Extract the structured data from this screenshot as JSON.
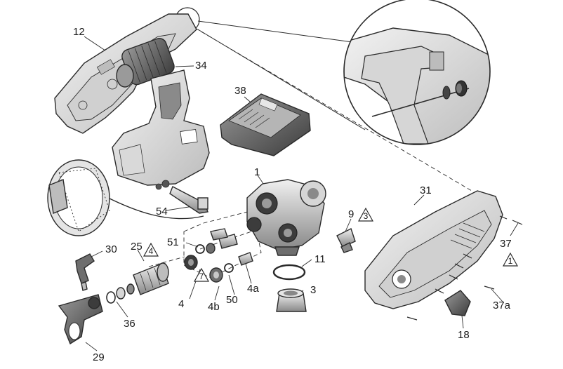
{
  "labels": {
    "p1": "1",
    "p3": "3",
    "p4": "4",
    "p4a": "4a",
    "p4b": "4b",
    "p9": "9",
    "p11": "11",
    "p12": "12",
    "p18": "18",
    "p25": "25",
    "p29": "29",
    "p30": "30",
    "p31": "31",
    "p34": "34",
    "p36": "36",
    "p37": "37",
    "p37a": "37a",
    "p38": "38",
    "p50": "50",
    "p51": "51",
    "p54": "54"
  },
  "warning_marks": {
    "w1": "1",
    "w3": "3",
    "w4": "4",
    "w7": "7"
  },
  "colors": {
    "line": "#2a2a2a",
    "body_light": "#e4e4e4",
    "body_mid": "#c8c8c8",
    "body_dark": "#6e6e6e",
    "background": "#ffffff"
  }
}
